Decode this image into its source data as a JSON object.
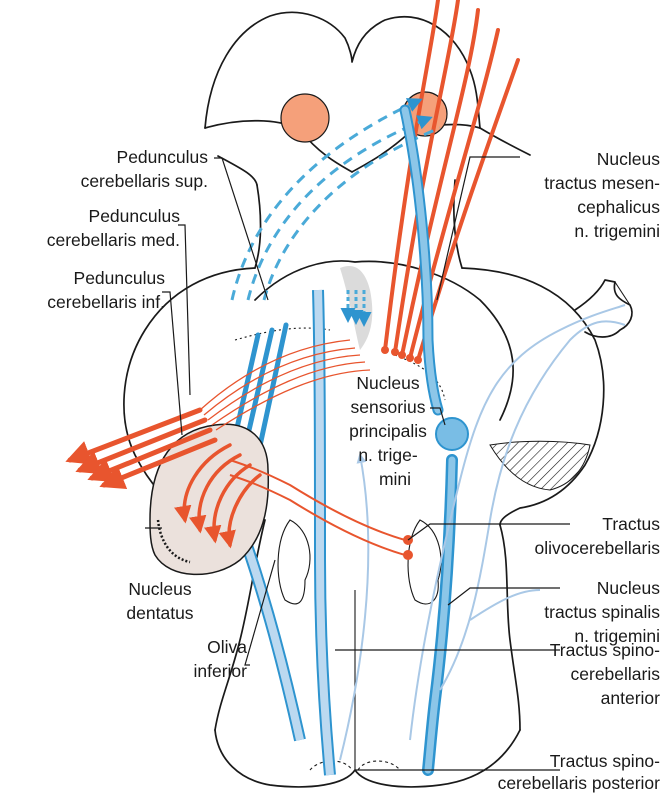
{
  "colors": {
    "orange": "#e8552e",
    "blue": "#2e94cf",
    "light_blue": "#a9c8e6",
    "nucleus_fill": "#ebe1dc",
    "colliculus_fill": "#f5a07a",
    "outline": "#1a1a1a"
  },
  "labels": {
    "ped_sup": [
      "Pedunculus",
      "cerebellaris sup."
    ],
    "ped_med": [
      "Pedunculus",
      "cerebellaris med."
    ],
    "ped_inf": [
      "Pedunculus",
      "cerebellaris inf."
    ],
    "mesencephalicus": [
      "Nucleus",
      "tractus mesen-",
      "cephalicus",
      "n. trigemini"
    ],
    "sensorius": [
      "Nucleus",
      "sensorius",
      "principalis",
      "n. trige-",
      "mini"
    ],
    "dentatus": [
      "Nucleus",
      "dentatus"
    ],
    "oliva": [
      "Oliva",
      "inferior"
    ],
    "olivocerebellaris": [
      "Tractus",
      "olivocerebellaris"
    ],
    "spinalis": [
      "Nucleus",
      "tractus spinalis",
      "n. trigemini"
    ],
    "spino_ant": [
      "Tractus spino-",
      "cerebellaris",
      "anterior"
    ],
    "spino_post": [
      "Tractus spino-",
      "cerebellaris posterior"
    ]
  }
}
